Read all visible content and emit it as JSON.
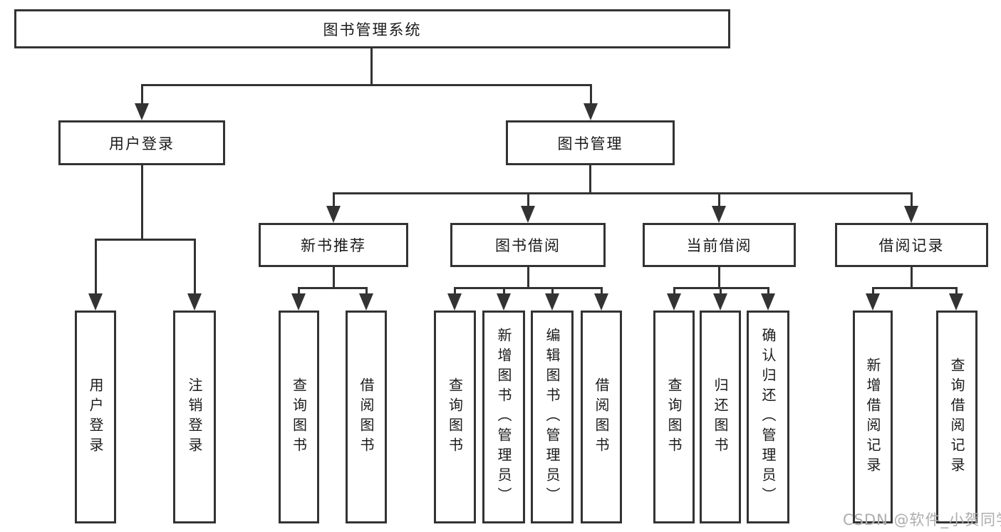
{
  "diagram": {
    "title": "图书管理系统",
    "level2": [
      "用户登录",
      "图书管理"
    ],
    "level3": [
      "新书推荐",
      "图书借阅",
      "当前借阅",
      "借阅记录"
    ],
    "leaves": {
      "user": [
        "用户登录",
        "注销登录"
      ],
      "recommend": [
        "查询图书",
        "借阅图书"
      ],
      "borrow": [
        "查询图书",
        "新增图书（管理员）",
        "编辑图书（管理员）",
        "借阅图书"
      ],
      "current": [
        "查询图书",
        "归还图书",
        "确认归还（管理员）"
      ],
      "record": [
        "新增借阅记录",
        "查询借阅记录"
      ]
    }
  },
  "watermark": {
    "text": "CSDN @软件_小贺同学"
  },
  "colors": {
    "line": "#333333",
    "text": "#1a1a1a",
    "watermark": "#adadad",
    "background": "#ffffff"
  }
}
